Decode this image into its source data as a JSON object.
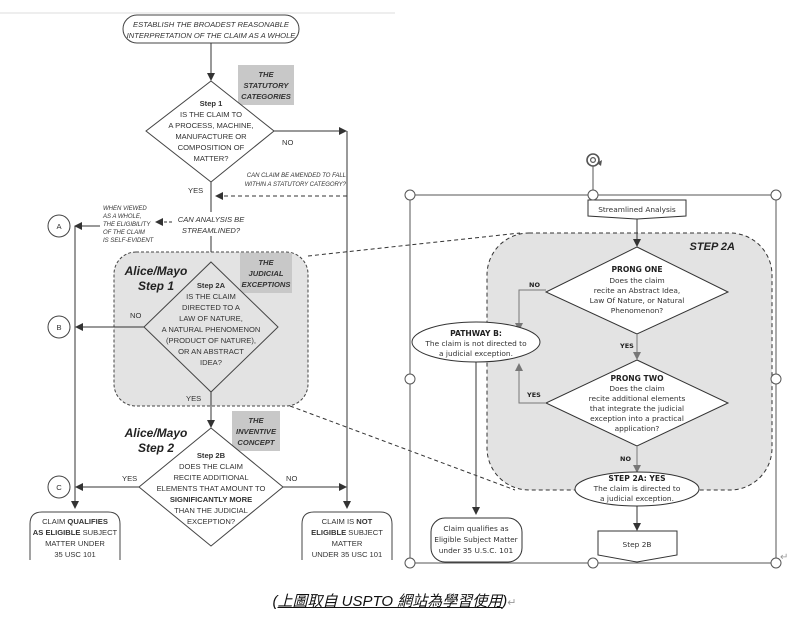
{
  "left_flowchart": {
    "start": [
      "ESTABLISH THE BROADEST REASONABLE",
      "INTERPRETATION OF THE CLAIM AS A WHOLE"
    ],
    "statutory_label": [
      "THE",
      "STATUTORY",
      "CATEGORIES"
    ],
    "step1": {
      "title": "Step 1",
      "lines": [
        "IS THE CLAIM TO",
        "A PROCESS, MACHINE,",
        "MANUFACTURE OR",
        "COMPOSITION OF",
        "MATTER?"
      ],
      "no": "NO",
      "yes": "YES"
    },
    "amend_note": [
      "CAN CLAIM BE AMENDED TO FALL",
      "WITHIN A STATUTORY CATEGORY?"
    ],
    "self_evident_note": [
      "WHEN VIEWED",
      "AS A WHOLE,",
      "THE ELIGIBILITY",
      "OF THE CLAIM",
      "IS SELF-EVIDENT"
    ],
    "streamline_q": [
      "CAN ANALYSIS BE",
      "STREAMLINED?"
    ],
    "alice_step1": [
      "Alice/Mayo",
      "Step 1"
    ],
    "judicial_label": [
      "THE",
      "JUDICIAL",
      "EXCEPTIONS"
    ],
    "step2a": {
      "title": "Step 2A",
      "lines": [
        "IS THE CLAIM",
        "DIRECTED TO A",
        "LAW OF NATURE,",
        "A NATURAL PHENOMENON",
        "(PRODUCT OF NATURE),",
        "OR AN ABSTRACT",
        "IDEA?"
      ],
      "no": "NO",
      "yes": "YES"
    },
    "alice_step2": [
      "Alice/Mayo",
      "Step 2"
    ],
    "inventive_label": [
      "THE",
      "INVENTIVE",
      "CONCEPT"
    ],
    "step2b": {
      "title": "Step 2B",
      "lines": [
        "DOES THE CLAIM",
        "RECITE ADDITIONAL",
        "ELEMENTS THAT AMOUNT TO",
        "SIGNIFICANTLY MORE",
        "THAN THE JUDICIAL",
        "EXCEPTION?"
      ],
      "yes": "YES",
      "no": "NO"
    },
    "circles": [
      "A",
      "B",
      "C"
    ],
    "eligible": {
      "l1_a": "CLAIM ",
      "l1_b": "QUALIFIES",
      "l2_a": "AS ELIGIBLE",
      "l2_b": " SUBJECT",
      "l3": "MATTER UNDER",
      "l4": "35 USC 101"
    },
    "not_eligible": {
      "l1_a": "CLAIM IS ",
      "l1_b": "NOT",
      "l2_a": "ELIGIBLE",
      "l2_b": " SUBJECT",
      "l3": "MATTER",
      "l4": "UNDER 35 USC 101"
    }
  },
  "right_flowchart": {
    "streamlined": "Streamlined Analysis",
    "step2a_label": "STEP 2A",
    "prong_one": {
      "title": "PRONG ONE",
      "lines": [
        "Does the claim",
        "recite an Abstract Idea,",
        "Law Of Nature, or Natural",
        "Phenomenon?"
      ],
      "no": "NO",
      "yes": "YES"
    },
    "prong_two": {
      "title": "PRONG TWO",
      "lines": [
        "Does the claim",
        "recite additional elements",
        "that integrate the judicial",
        "exception into a practical",
        "application?"
      ],
      "yes": "YES",
      "no": "NO"
    },
    "pathway_b": {
      "title": "PATHWAY B:",
      "lines": [
        "The claim is not directed to",
        "a judicial exception."
      ]
    },
    "step2a_yes": {
      "title": "STEP 2A: YES",
      "lines": [
        "The claim is directed to",
        "a judicial exception."
      ]
    },
    "qualifies": [
      "Claim qualifies as",
      "Eligible Subject Matter",
      "under 35 U.S.C. 101"
    ],
    "step2b": "Step 2B"
  },
  "caption": {
    "open": "(",
    "text": "上圖取自 USPTO 網站為學習使用",
    "close": ")",
    "return_mark": "↵"
  },
  "colors": {
    "gray_fill": "#e3e3e3",
    "label_box": "#c8c8c8",
    "line": "#333333",
    "handle": "#ffffff"
  }
}
